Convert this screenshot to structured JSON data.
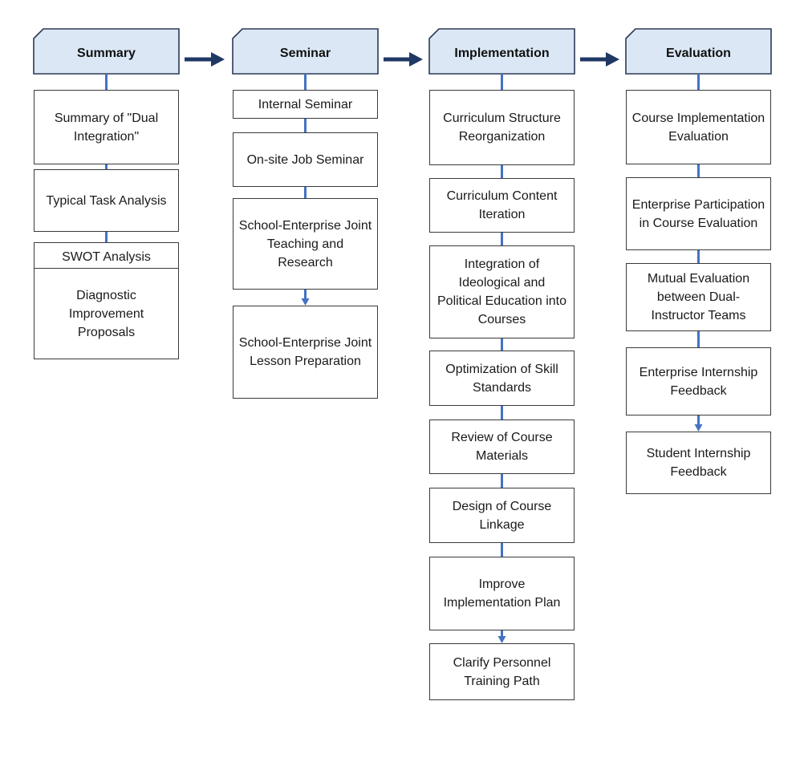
{
  "columns": [
    {
      "header": "Summary",
      "items": [
        "Summary of \"Dual Integration\"",
        "Typical Task Analysis",
        "SWOT Analysis",
        "Diagnostic Improvement Proposals"
      ]
    },
    {
      "header": "Seminar",
      "items": [
        "Internal Seminar",
        "On-site Job Seminar",
        "School-Enterprise Joint Teaching and Research",
        "School-Enterprise Joint Lesson Preparation"
      ]
    },
    {
      "header": "Implementation",
      "items": [
        "Curriculum Structure Reorganization",
        "Curriculum Content Iteration",
        "Integration of Ideological and Political Education into Courses",
        "Optimization of Skill Standards",
        "Review of Course Materials",
        "Design of Course Linkage",
        "Improve Implementation Plan",
        "Clarify Personnel Training Path"
      ]
    },
    {
      "header": "Evaluation",
      "items": [
        "Course Implementation Evaluation",
        "Enterprise Participation in Course Evaluation",
        "Mutual Evaluation between Dual-Instructor Teams",
        "Enterprise Internship Feedback",
        "Student Internship Feedback"
      ]
    }
  ],
  "colors": {
    "header_fill": "#dbe7f5",
    "header_border": "#2b3a55",
    "connector": "#4472c4",
    "flow_arrow": "#1f3864",
    "box_border": "#3a3a3a"
  }
}
